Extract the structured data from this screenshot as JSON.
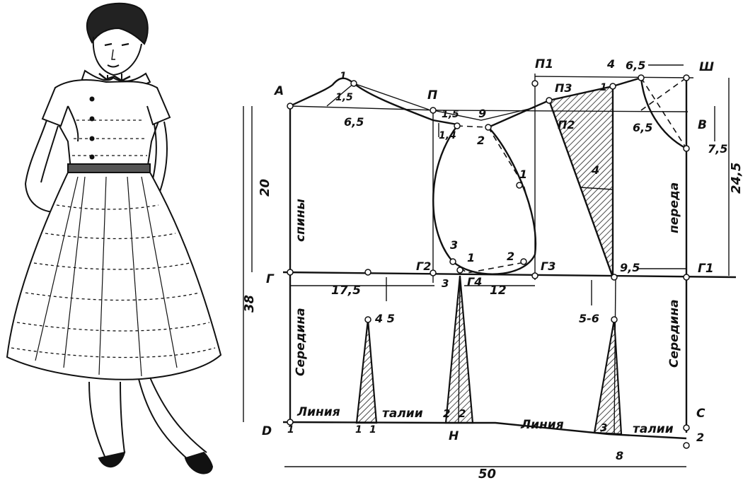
{
  "points": {
    "A": "А",
    "G": "Г",
    "D": "D",
    "P": "П",
    "P1": "П1",
    "P2": "П2",
    "P3": "П3",
    "G1": "Г1",
    "G2": "Г2",
    "G3": "Г3",
    "G4": "Г4",
    "Sh": "Ш",
    "V": "В",
    "C": "С",
    "H": "Н"
  },
  "texts": {
    "back_center_1": "Середина",
    "back_center_2": "спины",
    "front_center_1": "Середина",
    "front_center_2": "переда",
    "waist_line_1": "Линия",
    "waist_line_2": "талии",
    "waist_line_3": "Линия",
    "waist_line_4": "талии"
  },
  "measurements": {
    "m_20": "20",
    "m_38": "38",
    "m_24_5": "24,5",
    "m_50": "50",
    "m_17_5": "17,5",
    "m_12": "12",
    "m_6_5_back": "6,5",
    "m_1_5_a": "1,5",
    "m_1_5_b": "1,5",
    "m_1_4": "1,4",
    "m_9": "9",
    "m_2_arm": "2",
    "m_1_arm": "1",
    "m_3_arm": "3",
    "m_1_bot": "1",
    "m_2_bot": "2",
    "m_3_g": "3",
    "m_4_5": "4 5",
    "m_5_6": "5-6",
    "m_4_top": "4",
    "m_6_5_top": "6,5",
    "m_6_5_neck": "6,5",
    "m_7_5": "7,5",
    "m_9_5": "9,5",
    "m_4_dart": "4",
    "m_1_sh": "1",
    "m_1_back": "1",
    "m_1_d": "1",
    "m_1_d1": "1",
    "m_1_d2": "1",
    "m_2_d": "2",
    "m_2_d2": "2",
    "m_3_d": "3",
    "m_2_c": "2",
    "m_8": "8"
  }
}
